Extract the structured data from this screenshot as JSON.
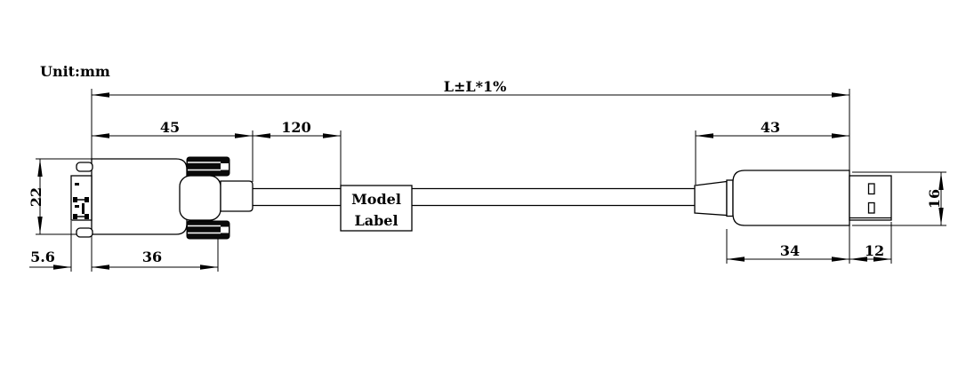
{
  "unit_label": "Unit:mm",
  "model_label": {
    "line1": "Model",
    "line2": "Label"
  },
  "dimensions": {
    "overall_length": "L±L*1%",
    "dsub_connector_length": "45",
    "dsub_to_label": "120",
    "usb_connector_length": "43",
    "dsub_height": "22",
    "dsub_flange_depth": "5.6",
    "dsub_body_length": "36",
    "usb_body_length": "34",
    "usb_shell_length": "12",
    "usb_height": "16"
  },
  "colors": {
    "line": "#000000",
    "background": "#ffffff",
    "screw_fill": "#0a0a0a"
  }
}
